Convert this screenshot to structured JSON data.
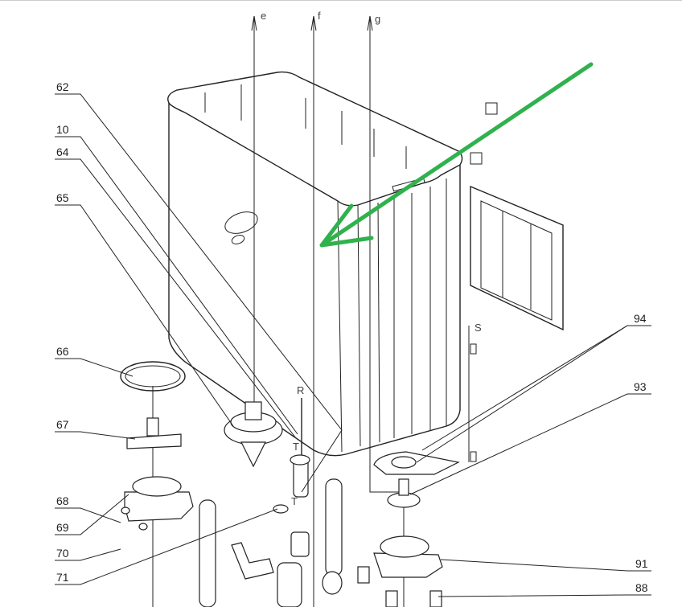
{
  "diagram": {
    "axis_labels": {
      "e": "e",
      "f": "f",
      "g": "g",
      "R": "R",
      "T1": "T",
      "T2": "T",
      "S": "S"
    },
    "callouts_left": [
      "62",
      "10",
      "64",
      "65",
      "66",
      "67",
      "68",
      "69",
      "70",
      "71"
    ],
    "callouts_right": [
      "94",
      "93",
      "91",
      "88"
    ],
    "annotation": {
      "type": "arrow",
      "color": "#2fb24c"
    }
  }
}
